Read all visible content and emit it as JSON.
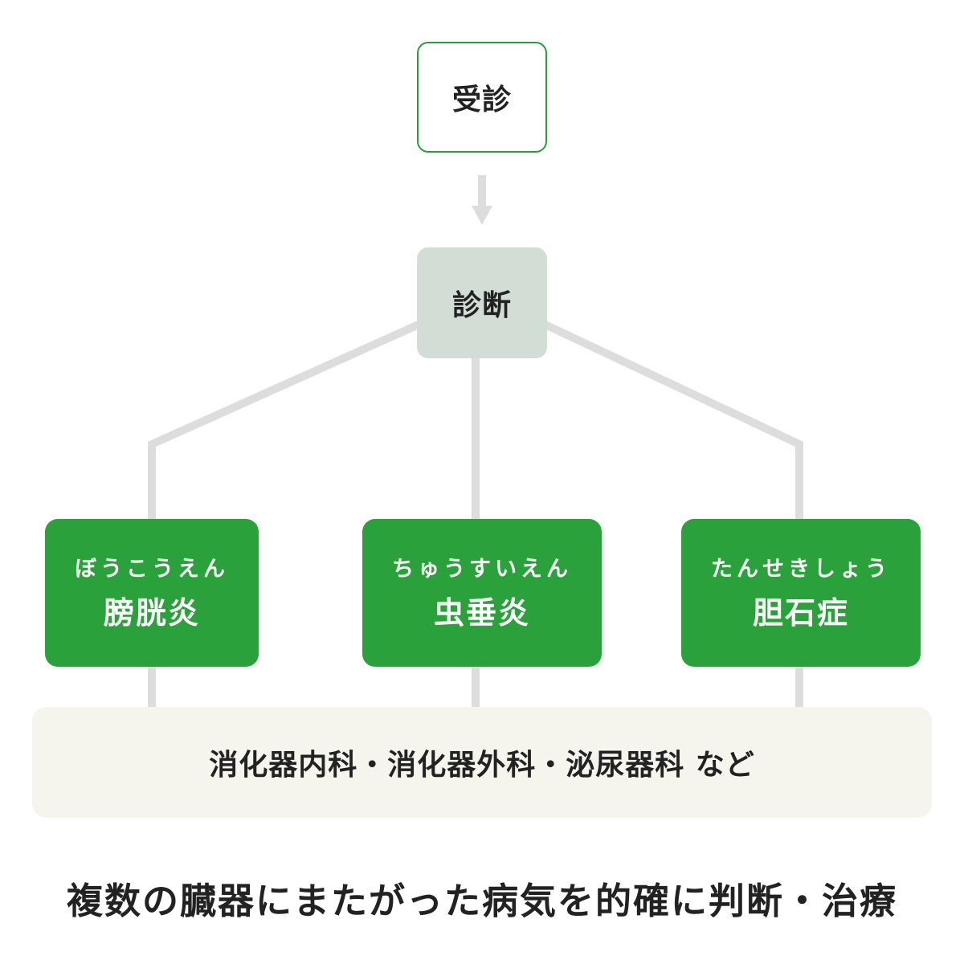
{
  "diagram": {
    "visit": {
      "label": "受診"
    },
    "diagnosis": {
      "label": "診断"
    },
    "diseases": [
      {
        "reading": "ぼうこうえん",
        "name": "膀胱炎"
      },
      {
        "reading": "ちゅうすいえん",
        "name": "虫垂炎"
      },
      {
        "reading": "たんせきしょう",
        "name": "胆石症"
      }
    ],
    "departments": "消化器内科・消化器外科・泌尿器科 など",
    "caption": "複数の臓器にまたがった病気を的確に判断・治療"
  },
  "colors": {
    "green": "#2aa13a",
    "outline_green": "#2a9d3a",
    "diagnosis_fill": "#d2ded5",
    "connector": "#dddddd",
    "departments_fill": "#f5f5ee",
    "text": "#222222"
  }
}
